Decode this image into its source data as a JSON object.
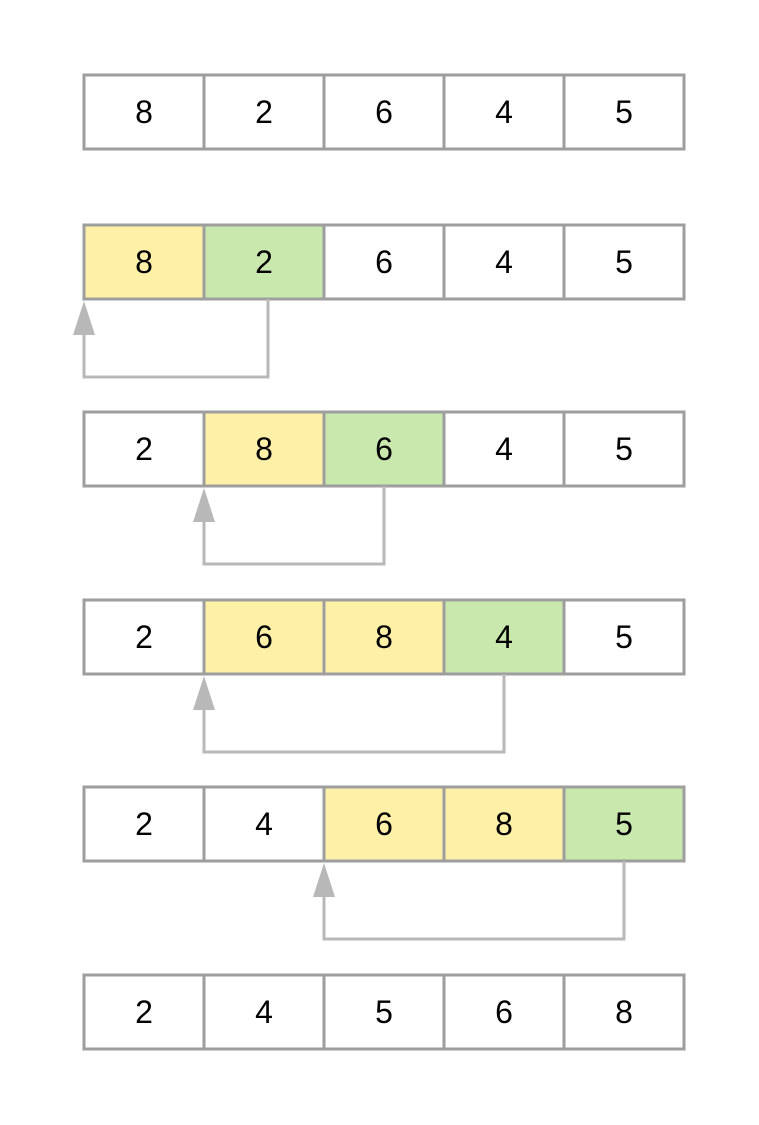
{
  "colors": {
    "border": "#9e9e9e",
    "moving": "#fff0a8",
    "current": "#c8e8ad",
    "default": "#ffffff",
    "arrow": "#b8b8b8"
  },
  "rows": [
    {
      "cells": [
        {
          "value": "8",
          "state": "default"
        },
        {
          "value": "2",
          "state": "default"
        },
        {
          "value": "6",
          "state": "default"
        },
        {
          "value": "4",
          "state": "default"
        },
        {
          "value": "5",
          "state": "default"
        }
      ],
      "arrow": null
    },
    {
      "cells": [
        {
          "value": "8",
          "state": "moving"
        },
        {
          "value": "2",
          "state": "current"
        },
        {
          "value": "6",
          "state": "default"
        },
        {
          "value": "4",
          "state": "default"
        },
        {
          "value": "5",
          "state": "default"
        }
      ],
      "arrow": {
        "from": 1,
        "to": 0
      }
    },
    {
      "cells": [
        {
          "value": "2",
          "state": "default"
        },
        {
          "value": "8",
          "state": "moving"
        },
        {
          "value": "6",
          "state": "current"
        },
        {
          "value": "4",
          "state": "default"
        },
        {
          "value": "5",
          "state": "default"
        }
      ],
      "arrow": {
        "from": 2,
        "to": 1
      }
    },
    {
      "cells": [
        {
          "value": "2",
          "state": "default"
        },
        {
          "value": "6",
          "state": "moving"
        },
        {
          "value": "8",
          "state": "moving"
        },
        {
          "value": "4",
          "state": "current"
        },
        {
          "value": "5",
          "state": "default"
        }
      ],
      "arrow": {
        "from": 3,
        "to": 1
      }
    },
    {
      "cells": [
        {
          "value": "2",
          "state": "default"
        },
        {
          "value": "4",
          "state": "default"
        },
        {
          "value": "6",
          "state": "moving"
        },
        {
          "value": "8",
          "state": "moving"
        },
        {
          "value": "5",
          "state": "current"
        }
      ],
      "arrow": {
        "from": 4,
        "to": 2
      }
    },
    {
      "cells": [
        {
          "value": "2",
          "state": "default"
        },
        {
          "value": "4",
          "state": "default"
        },
        {
          "value": "5",
          "state": "default"
        },
        {
          "value": "6",
          "state": "default"
        },
        {
          "value": "8",
          "state": "default"
        }
      ],
      "arrow": null
    }
  ]
}
